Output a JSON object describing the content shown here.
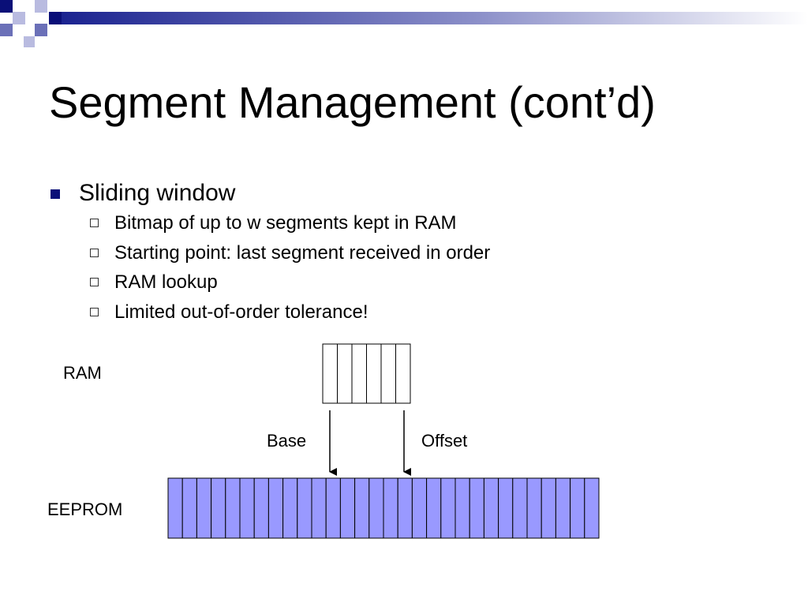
{
  "slide": {
    "title": "Segment Management (cont’d)",
    "bullets": [
      {
        "text": "Sliding window",
        "sub": [
          "Bitmap of up to w segments kept in RAM",
          "Starting point: last segment received in order",
          "RAM lookup",
          "Limited out-of-order tolerance!"
        ]
      }
    ]
  },
  "diagram": {
    "ram_label": "RAM",
    "eeprom_label": "EEPROM",
    "base_label": "Base",
    "offset_label": "Offset",
    "ram_cells": 6,
    "eeprom_cells": 30,
    "colors": {
      "eeprom_fill": "#9999ff",
      "ram_fill": "#ffffff",
      "accent_dark": "#0a0f78",
      "accent_mid": "#6b70b8",
      "accent_light": "#b9bbe0"
    }
  }
}
